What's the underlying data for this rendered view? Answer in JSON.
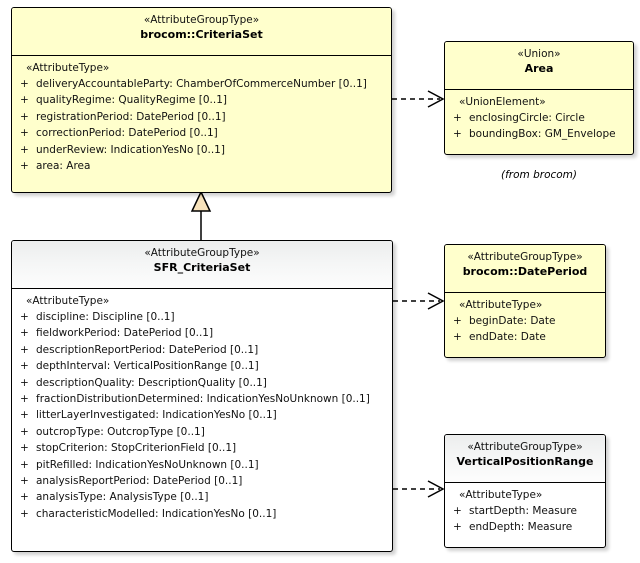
{
  "diagram": {
    "type": "uml-class-diagram",
    "background": "#ffffff",
    "fill_yellow": "#ffffcc",
    "fill_gray": "#f2f3f3",
    "line_color": "#000000"
  },
  "classes": {
    "brocom_criteriaset": {
      "stereotype": "«AttributeGroupType»",
      "name": "brocom::CriteriaSet",
      "fill": "#ffffcc",
      "attr_stereotype": "«AttributeType»",
      "attributes": [
        {
          "visibility": "+",
          "text": "deliveryAccountableParty: ChamberOfCommerceNumber [0..1]"
        },
        {
          "visibility": "+",
          "text": "qualityRegime: QualityRegime [0..1]"
        },
        {
          "visibility": "+",
          "text": "registrationPeriod: DatePeriod [0..1]"
        },
        {
          "visibility": "+",
          "text": "correctionPeriod: DatePeriod [0..1]"
        },
        {
          "visibility": "+",
          "text": "underReview: IndicationYesNo [0..1]"
        },
        {
          "visibility": "+",
          "text": "area: Area"
        }
      ]
    },
    "sfr_criteriaset": {
      "stereotype": "«AttributeGroupType»",
      "name": "SFR_CriteriaSet",
      "fill": "#f2f3f3",
      "attr_stereotype": "«AttributeType»",
      "attributes": [
        {
          "visibility": "+",
          "text": "discipline: Discipline [0..1]"
        },
        {
          "visibility": "+",
          "text": "fieldworkPeriod: DatePeriod [0..1]"
        },
        {
          "visibility": "+",
          "text": "descriptionReportPeriod: DatePeriod [0..1]"
        },
        {
          "visibility": "+",
          "text": "depthInterval: VerticalPositionRange [0..1]"
        },
        {
          "visibility": "+",
          "text": "descriptionQuality: DescriptionQuality [0..1]"
        },
        {
          "visibility": "+",
          "text": "fractionDistributionDetermined: IndicationYesNoUnknown [0..1]"
        },
        {
          "visibility": "+",
          "text": "litterLayerInvestigated: IndicationYesNo [0..1]"
        },
        {
          "visibility": "+",
          "text": "outcropType: OutcropType [0..1]"
        },
        {
          "visibility": "+",
          "text": "stopCriterion: StopCriterionField [0..1]"
        },
        {
          "visibility": "+",
          "text": "pitRefilled: IndicationYesNoUnknown [0..1]"
        },
        {
          "visibility": "+",
          "text": "analysisReportPeriod: DatePeriod [0..1]"
        },
        {
          "visibility": "+",
          "text": "analysisType: AnalysisType [0..1]"
        },
        {
          "visibility": "+",
          "text": "characteristicModelled: IndicationYesNo [0..1]"
        }
      ]
    },
    "area": {
      "stereotype": "«Union»",
      "name": "Area",
      "fill": "#ffffcc",
      "attr_stereotype": "«UnionElement»",
      "attributes": [
        {
          "visibility": "+",
          "text": "enclosingCircle: Circle"
        },
        {
          "visibility": "+",
          "text": "boundingBox: GM_Envelope"
        }
      ],
      "caption": "(from brocom)"
    },
    "brocom_dateperiod": {
      "stereotype": "«AttributeGroupType»",
      "name": "brocom::DatePeriod",
      "fill": "#ffffcc",
      "attr_stereotype": "«AttributeType»",
      "attributes": [
        {
          "visibility": "+",
          "text": "beginDate: Date"
        },
        {
          "visibility": "+",
          "text": "endDate: Date"
        }
      ]
    },
    "verticalpositionrange": {
      "stereotype": "«AttributeGroupType»",
      "name": "VerticalPositionRange",
      "fill": "#f2f3f3",
      "attr_stereotype": "«AttributeType»",
      "attributes": [
        {
          "visibility": "+",
          "text": "startDepth: Measure"
        },
        {
          "visibility": "+",
          "text": "endDepth: Measure"
        }
      ]
    }
  },
  "relationships": [
    {
      "kind": "generalization",
      "from": "sfr_criteriaset",
      "to": "brocom_criteriaset"
    },
    {
      "kind": "dependency",
      "from": "brocom_criteriaset",
      "to": "area"
    },
    {
      "kind": "dependency",
      "from": "sfr_criteriaset",
      "to": "brocom_dateperiod"
    },
    {
      "kind": "dependency",
      "from": "sfr_criteriaset",
      "to": "verticalpositionrange"
    }
  ]
}
